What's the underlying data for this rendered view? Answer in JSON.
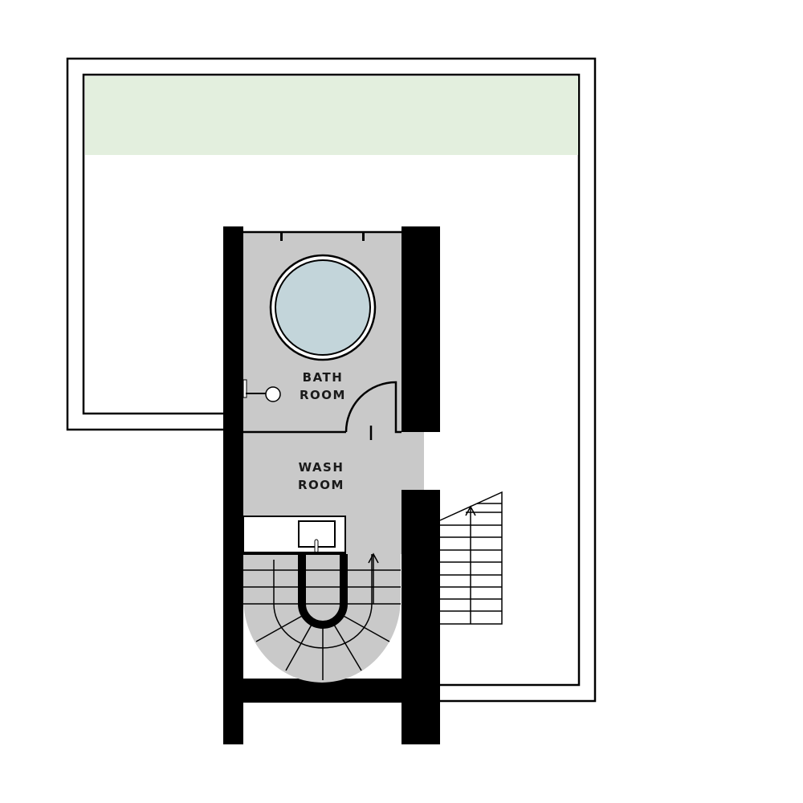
{
  "plan": {
    "type": "architectural floor plan",
    "rooms": [
      {
        "id": "bathroom",
        "label_line1": "BATH",
        "label_line2": "ROOM"
      },
      {
        "id": "washroom",
        "label_line1": "WASH",
        "label_line2": "ROOM"
      }
    ],
    "fixtures": [
      "round-bathtub",
      "shower-head",
      "sink-counter",
      "swing-door"
    ],
    "stairs": [
      "spiral-stair-up",
      "straight-stair-up"
    ],
    "areas": [
      "green-terrace-strip",
      "outer-deck"
    ]
  },
  "colors": {
    "wall": "#000000",
    "room_fill": "#c9c9c9",
    "tub_fill": "#c3d5da",
    "green_area": "#e3efde",
    "line": "#000000",
    "background": "#ffffff"
  }
}
